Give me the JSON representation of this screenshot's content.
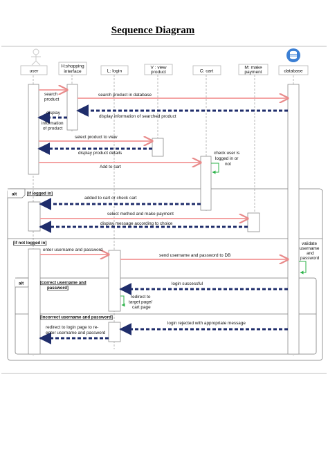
{
  "title": "Sequence Diagram",
  "lifelines": {
    "user": "user",
    "shopping": [
      "H:shopping",
      "interface"
    ],
    "login": "L: login",
    "view": [
      "V : view",
      "product"
    ],
    "cart": "C: cart",
    "payment": [
      "M: make",
      "payment"
    ],
    "database": "database"
  },
  "messages": {
    "m1": [
      "search",
      "product"
    ],
    "m2": "search product in database",
    "m3": "display information of searched product",
    "m4": [
      "display",
      "information",
      "of product"
    ],
    "m5": "select product to view",
    "m6": "display product details",
    "m7": "Add to cart",
    "m8": [
      "check user is",
      "logged in or",
      "not"
    ],
    "m9": "added to cart or check cart",
    "m10": "select method and make payment",
    "m11": "display message according to choice",
    "m12": "enter username and password",
    "m13": "send username and password to DB",
    "m14": [
      "validate",
      "username",
      "and",
      "password"
    ],
    "m15": "login successful",
    "m16": [
      "redirect to",
      "target  page/",
      "cart page"
    ],
    "m17": "login rejected with appropriate message",
    "m18": [
      "redirect to login page to re-",
      "enter username and password"
    ]
  },
  "frames": {
    "alt1": "alt",
    "guard_logged_in": "[if logged in]",
    "guard_not_logged_in": "[if not logged in]",
    "alt2": "alt",
    "guard_correct": [
      "[correct username and",
      "password]"
    ],
    "guard_incorrect": "[incorrect username and password]"
  },
  "colors": {
    "sync_arrow": "#f4a3a3",
    "return_arrow": "#1f2d6b",
    "self_call": "#2db34a",
    "db_icon": "#3b7fd4"
  }
}
